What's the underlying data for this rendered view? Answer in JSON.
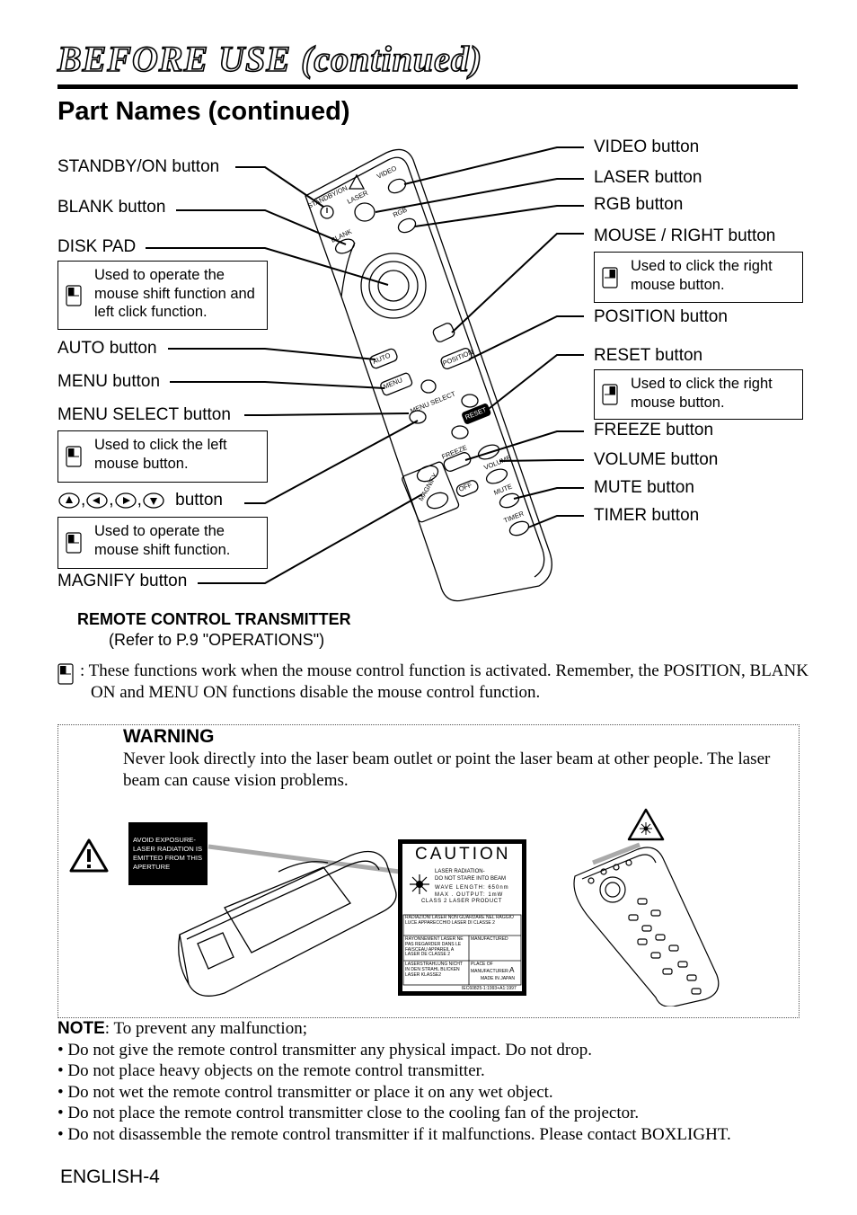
{
  "header": {
    "section_title": "BEFORE USE (continued)"
  },
  "page_title": "Part Names (continued)",
  "left_labels": {
    "standby": "STANDBY/ON button",
    "blank": "BLANK button",
    "disk_pad": "DISK PAD",
    "auto": "AUTO button",
    "menu": "MENU button",
    "menu_select": "MENU SELECT button",
    "arrows_sep": ",",
    "arrows_button": "button",
    "magnify": "MAGNIFY button"
  },
  "right_labels": {
    "video": "VIDEO button",
    "laser": "LASER button",
    "rgb": "RGB button",
    "mouse_right": "MOUSE / RIGHT button",
    "position": "POSITION button",
    "reset": "RESET button",
    "freeze": "FREEZE button",
    "volume": "VOLUME button",
    "mute": "MUTE button",
    "timer": "TIMER button"
  },
  "notes": {
    "disk_pad": "Used to operate the mouse shift function and left click function.",
    "mouse_right": "Used to click the right mouse button.",
    "reset": "Used to click the right mouse button.",
    "menu_select": "Used to click the left mouse button.",
    "arrows": "Used to operate the mouse shift function."
  },
  "remote_labels": {
    "standby": "STANDBY/ON",
    "laser": "LASER",
    "video": "VIDEO",
    "rgb": "RGB",
    "blank": "BLANK",
    "auto": "AUTO",
    "position": "POSITION",
    "menu": "MENU",
    "menu_select": "MENU SELECT",
    "reset": "RESET",
    "freeze": "FREEZE",
    "volume": "VOLUME",
    "magnify": "MAGNIFY",
    "off": "OFF",
    "mute": "MUTE",
    "timer": "TIMER"
  },
  "remote_caption": {
    "title": "REMOTE CONTROL TRANSMITTER",
    "subtitle": "(Refer to P.9 \"OPERATIONS\")"
  },
  "mouse_note": ": These functions work when the mouse control function is activated. Remember, the POSITION, BLANK ON and MENU ON functions disable the mouse control function.",
  "warning": {
    "heading": "WARNING",
    "text": "Never look directly into the laser beam outlet or point the laser beam at other people. The laser beam can cause vision problems.",
    "avoid_label": "AVOID EXPOSURE- LASER RADIATION IS EMITTED FROM THIS APERTURE",
    "caution": {
      "word": "CAUTION",
      "line1": "LASER RADIATION-",
      "line2": "DO NOT STARE INTO BEAM",
      "wave": "WAVE LENGTH: 650nm",
      "max": "MAX . OUTPUT: 1mW",
      "class": "CLASS 2 LASER PRODUCT",
      "it": "RADIAZIONI LASER NON GUARDARE NEL RAGGIO LUCE APPARECCHIO LASER DI CLASSE 2",
      "fr": "RAYONNEMENT LASER NE PAS REGARDER DANS LE FAISCEAU APPAREIL A LASER DE CLASSE 2",
      "de": "LASERSTRAHLUNG NICHT IN DEN STRAHL BLICKEN LASER KLASSE2",
      "manufactured": "MANUFACTURED",
      "place": "PLACE OF MANUFACTURER:",
      "place_mark": "A",
      "made": "MADE IN JAPAN",
      "iec": "IEC60825-1:1993+A1:1997"
    }
  },
  "note_section": {
    "label": "NOTE",
    "intro": ": To prevent any malfunction;",
    "bullets": [
      "• Do not give the remote control transmitter any physical impact. Do not drop.",
      "• Do not place heavy objects on the remote control transmitter.",
      "• Do not wet the remote control transmitter or place it on any wet object.",
      "• Do not place the remote control transmitter close to the cooling fan of the projector.",
      "• Do not disassemble the remote control transmitter if it malfunctions. Please contact BOXLIGHT."
    ]
  },
  "footer": {
    "page_label": "ENGLISH-4"
  }
}
